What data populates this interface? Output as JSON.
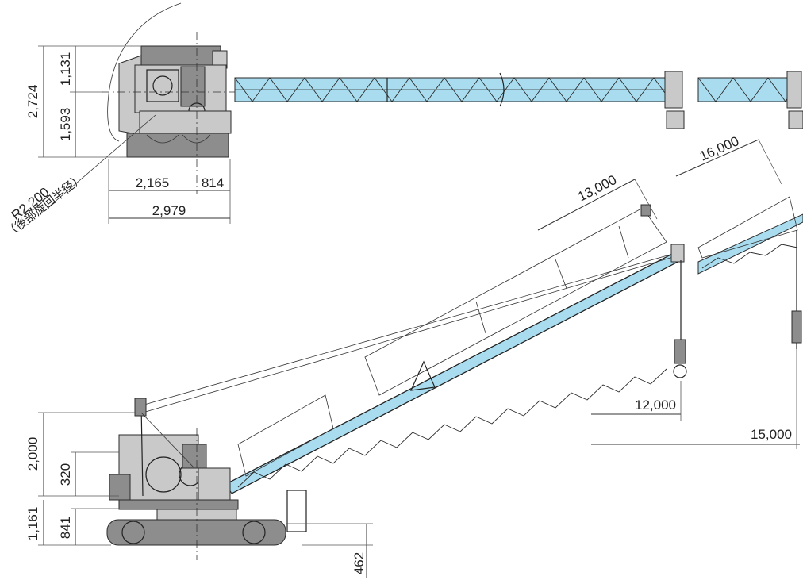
{
  "top_view": {
    "dim_height_total": "2,724",
    "dim_height_upper": "1,131",
    "dim_height_lower": "1,593",
    "dim_width_a": "2,165",
    "dim_width_b": "814",
    "dim_width_total": "2,979",
    "tail_radius": "R2,200",
    "tail_radius_note": "（後部旋回半径）"
  },
  "side_view": {
    "dim_height_2000": "2,000",
    "dim_height_320": "320",
    "dim_height_1161": "1,161",
    "dim_height_841": "841",
    "dim_clearance_462": "462",
    "boom_length_13000": "13,000",
    "boom_length_16000": "16,000",
    "radius_12000": "12,000",
    "radius_15000": "15,000"
  },
  "colors": {
    "boom_fill": "#a9dcef",
    "body_gray": "#8d8d8d",
    "line": "#222222"
  }
}
